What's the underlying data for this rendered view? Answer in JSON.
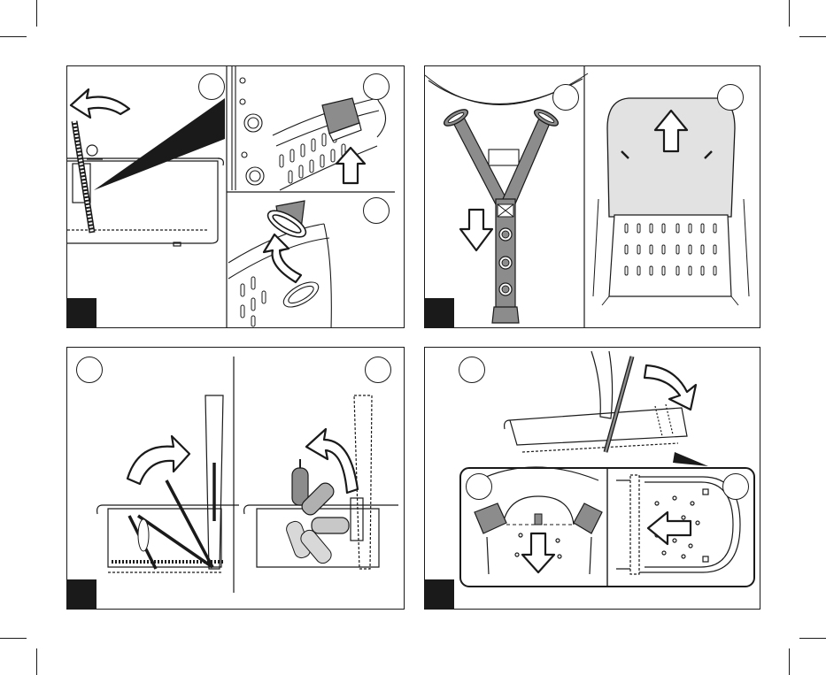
{
  "page": {
    "background": "#ffffff",
    "ink": "#1a1a1a",
    "strap_gray": "#8c8c8c",
    "seat_gray": "#e2e2e2"
  },
  "panels": [
    {
      "id": "panel-1",
      "step_label": "",
      "sub_labels": [
        "",
        "",
        ""
      ],
      "icons": [
        "curved-arrow-icon",
        "up-arrow-icon",
        "curved-arrow-icon"
      ]
    },
    {
      "id": "panel-2",
      "step_label": "",
      "sub_labels": [
        "",
        ""
      ],
      "icons": [
        "down-arrow-icon",
        "up-arrow-icon"
      ]
    },
    {
      "id": "panel-3",
      "step_label": "",
      "sub_labels": [
        "",
        ""
      ],
      "icons": [
        "curved-arrow-icon",
        "curved-arrow-icon"
      ]
    },
    {
      "id": "panel-4",
      "step_label": "",
      "sub_labels": [
        "",
        "",
        ""
      ],
      "icons": [
        "curved-arrow-icon",
        "down-arrow-icon",
        "left-arrow-icon"
      ]
    }
  ]
}
